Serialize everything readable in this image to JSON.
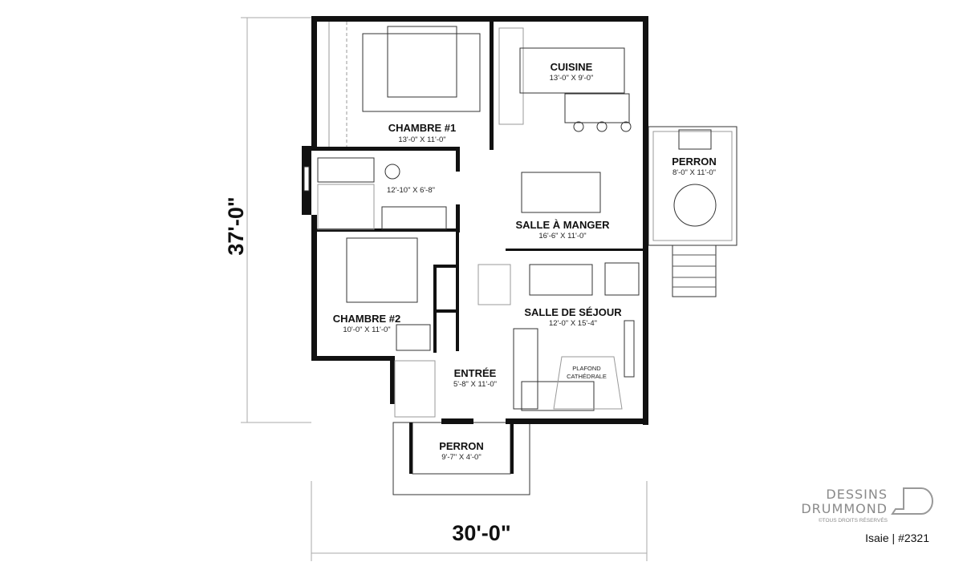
{
  "rooms": {
    "chambre1": {
      "name": "CHAMBRE #1",
      "size": "13'-0\" X 11'-0\""
    },
    "cuisine": {
      "name": "CUISINE",
      "size": "13'-0\" X 9'-0\""
    },
    "bathroom": {
      "size": "12'-10\" X 6'-8\""
    },
    "salle_manger": {
      "name": "SALLE À MANGER",
      "size": "16'-6\" X 11'-0\""
    },
    "perron_side": {
      "name": "PERRON",
      "size": "8'-0\" X 11'-0\""
    },
    "chambre2": {
      "name": "CHAMBRE #2",
      "size": "10'-0\" X 11'-0\""
    },
    "sejour": {
      "name": "SALLE DE SÉJOUR",
      "size": "12'-0\" X 15'-4\"",
      "note1": "PLAFOND",
      "note2": "CATHÉDRALE"
    },
    "entree": {
      "name": "ENTRÉE",
      "size": "5'-8\" X 11'-0\""
    },
    "perron_front": {
      "name": "PERRON",
      "size": "9'-7\" X 4'-0\""
    }
  },
  "dimensions": {
    "depth": "37'-0\"",
    "width": "30'-0\""
  },
  "branding": {
    "line1": "DESSINS",
    "line2": "DRUMMOND",
    "copyright": "©TOUS DROITS RÉSERVÉS",
    "plan": "Isaie | #2321"
  }
}
